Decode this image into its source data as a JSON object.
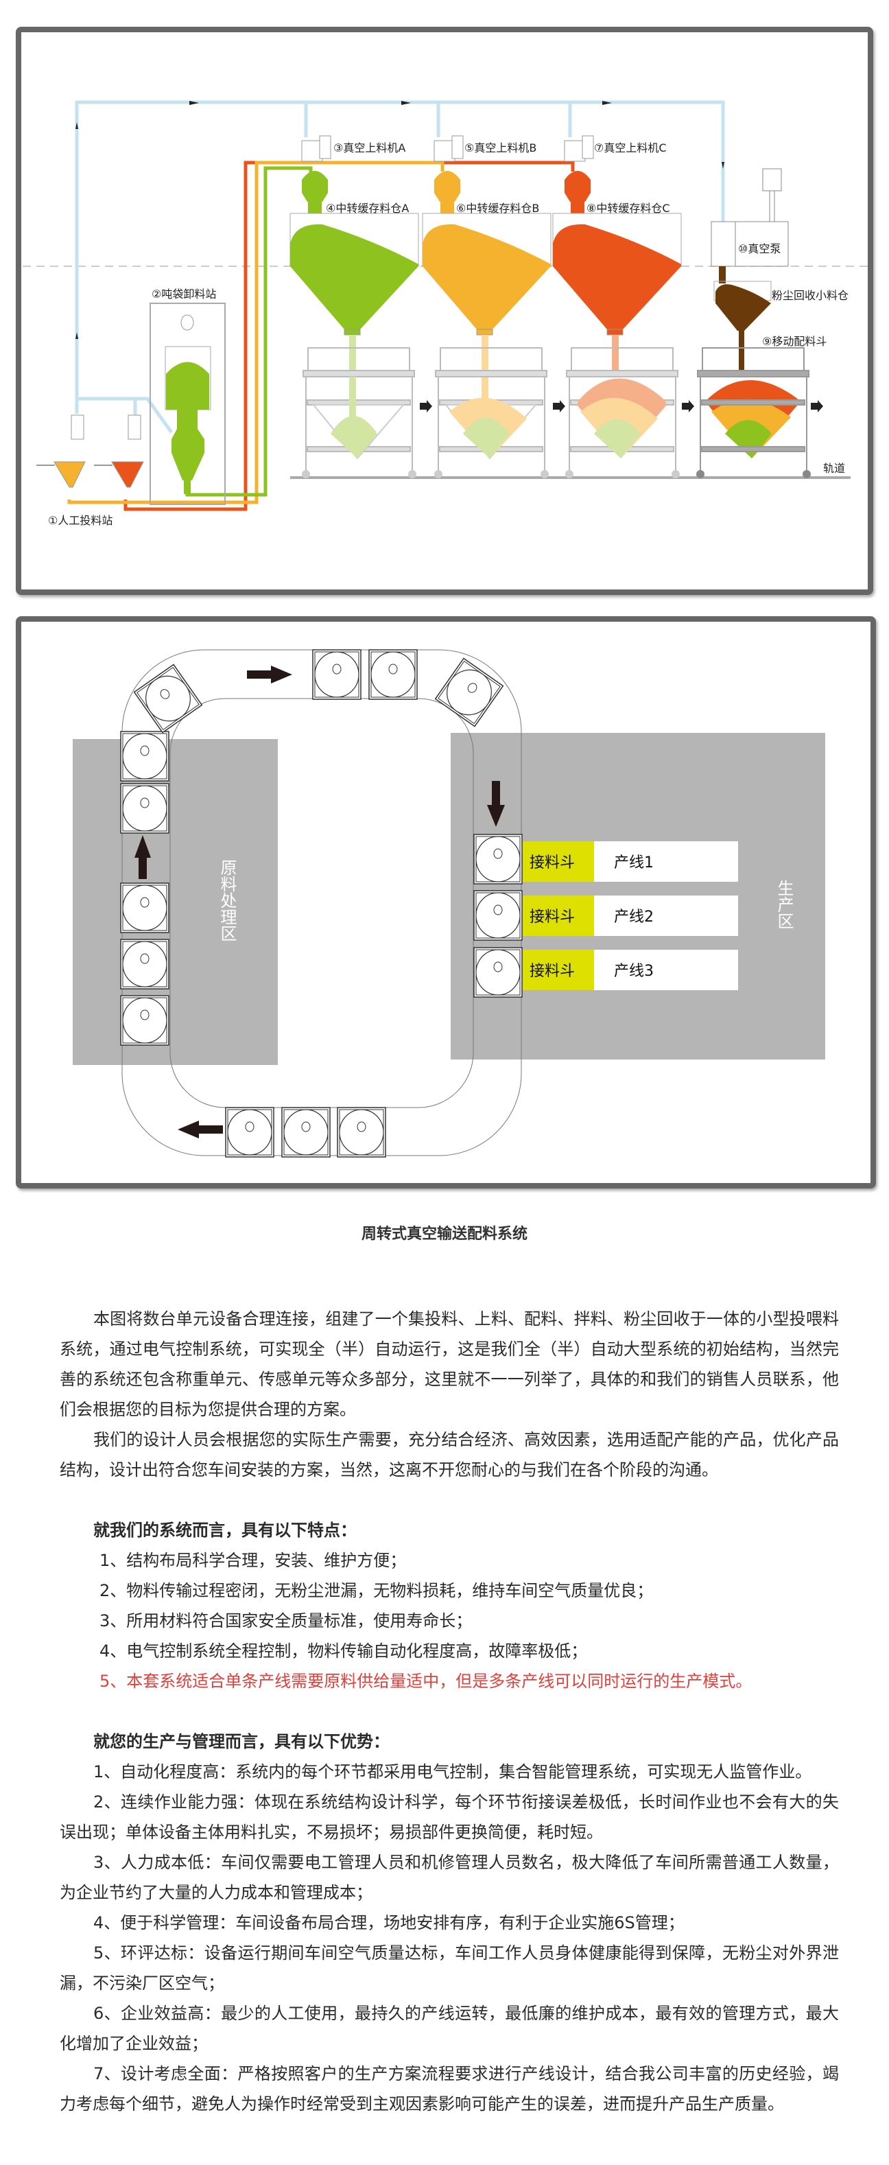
{
  "diagram1": {
    "labels": {
      "station1": "①人工投料站",
      "station2": "②吨袋卸料站",
      "loaderA": "③真空上料机A",
      "binA": "④中转缓存料仓A",
      "loaderB": "⑤真空上料机B",
      "binB": "⑥中转缓存料仓B",
      "loaderC": "⑦真空上料机C",
      "binC": "⑧中转缓存料仓C",
      "mobileHopper": "⑨移动配料斗",
      "vacuumPump": "⑩真空泵",
      "dustBin": "粉尘回收小料仓",
      "rail": "轨道"
    },
    "colors": {
      "green": "#8dc21f",
      "yellow": "#f5b22e",
      "red": "#e8541a",
      "brown": "#6b3a0a",
      "air": "#c4e2f0"
    }
  },
  "diagram2": {
    "raw_zone": "原料处理区",
    "production_zone": "生产区",
    "lines": [
      {
        "hopper": "接料斗",
        "line": "产线1"
      },
      {
        "hopper": "接料斗",
        "line": "产线2"
      },
      {
        "hopper": "接料斗",
        "line": "产线3"
      }
    ],
    "colors": {
      "zone": "#b5b5b5",
      "hopper": "#dde000"
    }
  },
  "article": {
    "title": "周转式真空输送配料系统",
    "p1": "本图将数台单元设备合理连接，组建了一个集投料、上料、配料、拌料、粉尘回收于一体的小型投喂料系统，通过电气控制系统，可实现全（半）自动运行，这是我们全（半）自动大型系统的初始结构，当然完善的系统还包含称重单元、传感单元等众多部分，这里就不一一列举了，具体的和我们的销售人员联系，他们会根据您的目标为您提供合理的方案。",
    "p2": "我们的设计人员会根据您的实际生产需要，充分结合经济、高效因素，选用适配产能的产品，优化产品结构，设计出符合您车间安装的方案，当然，这离不开您耐心的与我们在各个阶段的沟通。",
    "features_heading": "就我们的系统而言，具有以下特点：",
    "features": [
      "1、结构布局科学合理，安装、维护方便；",
      "2、物料传输过程密闭，无粉尘泄漏，无物料损耗，维持车间空气质量优良；",
      "3、所用材料符合国家安全质量标准，使用寿命长；",
      "4、电气控制系统全程控制，物料传输自动化程度高，故障率极低；",
      "5、本套系统适合单条产线需要原料供给量适中，但是多条产线可以同时运行的生产模式。"
    ],
    "advantages_heading": "就您的生产与管理而言，具有以下优势：",
    "advantages": [
      "1、自动化程度高：系统内的每个环节都采用电气控制，集合智能管理系统，可实现无人监管作业。",
      "2、连续作业能力强：体现在系统结构设计科学，每个环节衔接误差极低，长时间作业也不会有大的失误出现；单体设备主体用料扎实，不易损坏；易损部件更换简便，耗时短。",
      "3、人力成本低：车间仅需要电工管理人员和机修管理人员数名，极大降低了车间所需普通工人数量，为企业节约了大量的人力成本和管理成本；",
      "4、便于科学管理：车间设备布局合理，场地安排有序，有利于企业实施6S管理；",
      "5、环评达标：设备运行期间车间空气质量达标，车间工作人员身体健康能得到保障，无粉尘对外界泄漏，不污染厂区空气；",
      "6、企业效益高：最少的人工使用，最持久的产线运转，最低廉的维护成本，最有效的管理方式，最大化增加了企业效益；",
      "7、设计考虑全面：严格按照客户的生产方案流程要求进行产线设计，结合我公司丰富的历史经验，竭力考虑每个细节，避免人为操作时经常受到主观因素影响可能产生的误差，进而提升产品生产质量。"
    ]
  }
}
